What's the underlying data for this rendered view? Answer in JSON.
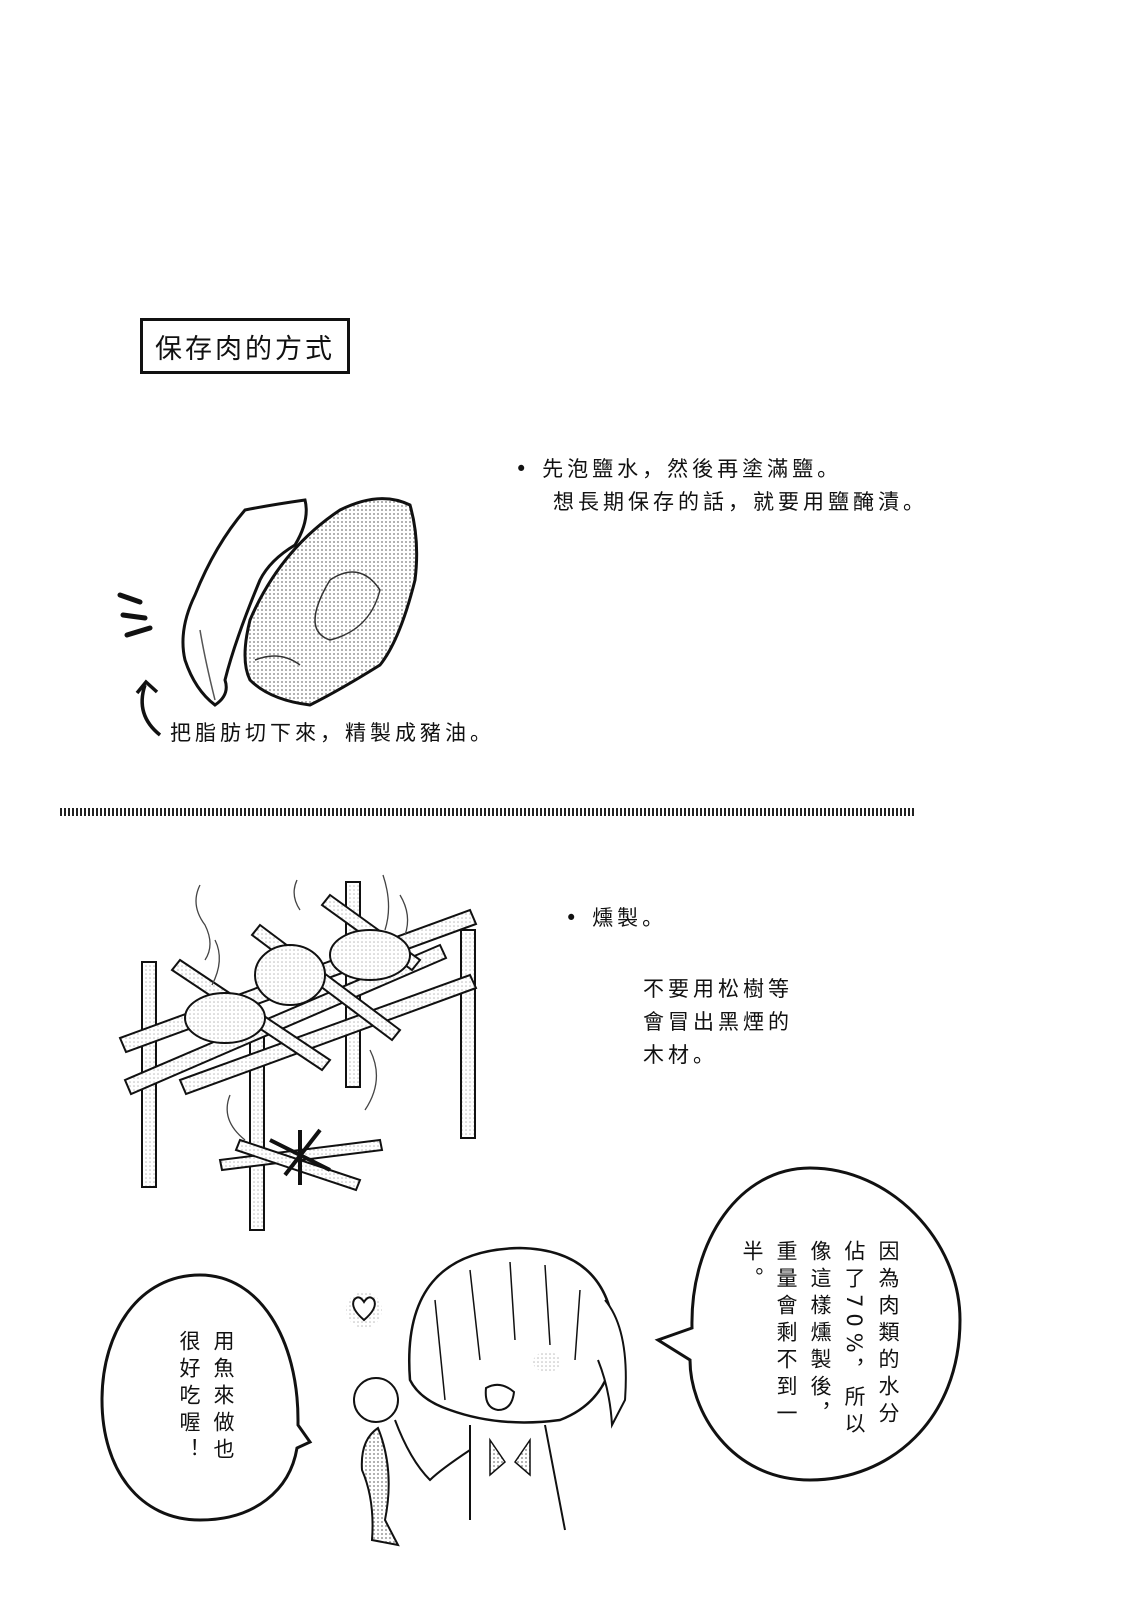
{
  "page": {
    "section_title": "保存肉的方式",
    "salting": {
      "bullet": "•",
      "line1": "先泡鹽水，然後再塗滿鹽。",
      "line2": "想長期保存的話，就要用鹽醃漬。"
    },
    "fat_note": "把脂肪切下來，精製成豬油。",
    "smoking": {
      "bullet": "•",
      "heading": "燻製。",
      "note_lines": [
        "不要用松樹等",
        "會冒出黑煙的",
        "木材。"
      ]
    },
    "bubble_right": {
      "columns": [
        "因為肉類的水分",
        "佔了70%，所以",
        "像這樣燻製後，",
        "重量會剩不到一",
        "半。"
      ]
    },
    "bubble_left": {
      "columns": [
        "用魚來做也",
        "很好吃喔！"
      ]
    },
    "illustrations": {
      "meat": "meat-and-fat-strip-illustration",
      "rack": "smoking-rack-over-fire-illustration",
      "girl": "chibi-girl-holding-fish-illustration",
      "heart": "heart-icon"
    }
  }
}
